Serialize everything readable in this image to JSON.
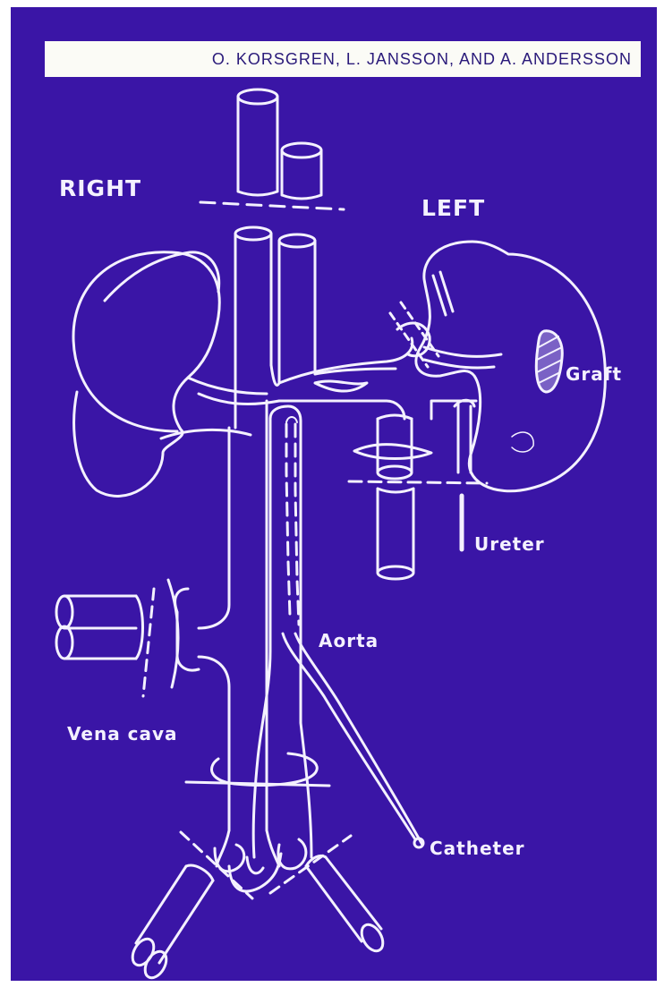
{
  "header": {
    "authors": "O. KORSGREN, L. JANSSON, AND A. ANDERSSON"
  },
  "labels": {
    "right": "RIGHT",
    "left": "LEFT",
    "graft": "Graft",
    "ureter": "Ureter",
    "aorta": "Aorta",
    "vena_cava": "Vena cava",
    "catheter": "Catheter"
  },
  "colors": {
    "background": "#3a15a6",
    "line": "#f4f1ff",
    "strip": "#fbfbf6"
  }
}
